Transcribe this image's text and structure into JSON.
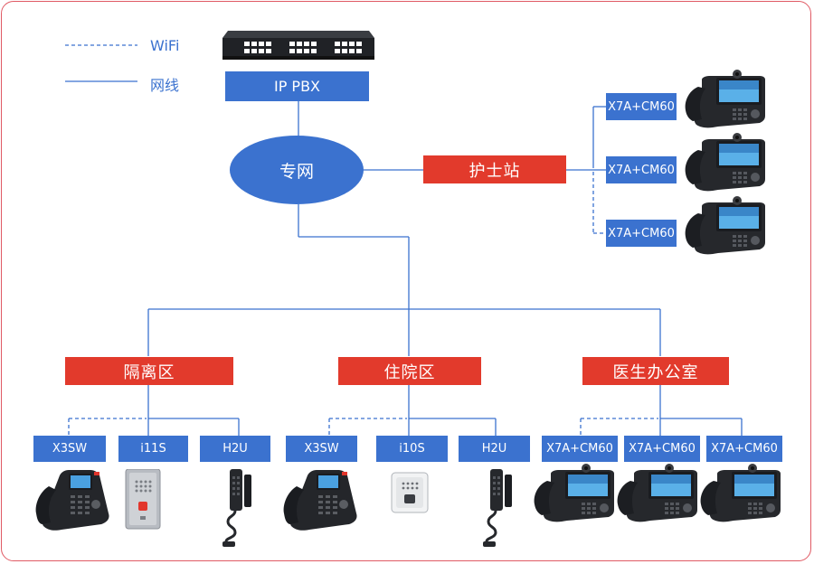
{
  "legend": {
    "wifi": "WiFi",
    "cable": "网线"
  },
  "pbx": {
    "label": "IP PBX"
  },
  "network": {
    "label": "专网"
  },
  "nurse_station": {
    "label": "护士站",
    "devices": [
      "X7A+CM60",
      "X7A+CM60",
      "X7A+CM60"
    ]
  },
  "zones": [
    {
      "label": "隔离区",
      "devices": [
        "X3SW",
        "i11S",
        "H2U"
      ]
    },
    {
      "label": "住院区",
      "devices": [
        "X3SW",
        "i10S",
        "H2U"
      ]
    },
    {
      "label": "医生办公室",
      "devices": [
        "X7A+CM60",
        "X7A+CM60",
        "X7A+CM60"
      ]
    }
  ],
  "colors": {
    "blue": "#3b72cf",
    "red": "#e23a2c",
    "line": "#3b72cf",
    "frame": "#e05a64"
  },
  "icons": {
    "pbx": "ip-pbx-switch-icon",
    "x7a": "video-desk-phone-icon",
    "x3sw": "desk-phone-icon",
    "i11s": "intercom-panel-icon",
    "i10s": "door-intercom-icon",
    "h2u": "hotel-handset-phone-icon"
  }
}
